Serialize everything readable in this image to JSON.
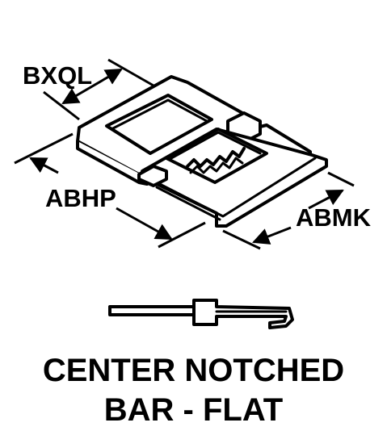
{
  "labels": {
    "top_left": "BXQL",
    "left": "ABHP",
    "right": "ABMK"
  },
  "caption": {
    "line1": "CENTER NOTCHED",
    "line2": "BAR - FLAT"
  },
  "colors": {
    "ink": "#000000",
    "background": "#ffffff"
  }
}
